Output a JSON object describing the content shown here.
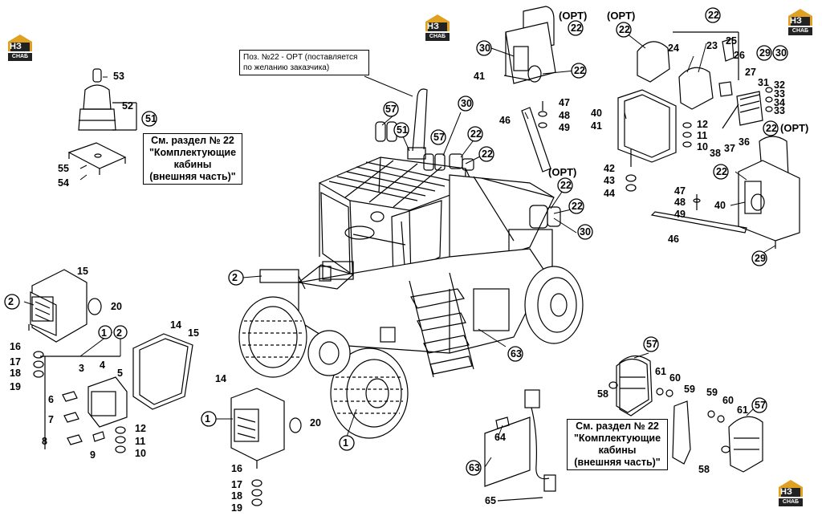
{
  "logo": {
    "mark": "НЗ",
    "word": "СНАБ"
  },
  "notes": {
    "pos22_line1": "Поз. №22 - OPT (поставляется",
    "pos22_line2": "по желанию заказчика)",
    "section_line1": "См. раздел № 22",
    "section_line2": "\"Комплектующие",
    "section_line3": "кабины",
    "section_line4": "(внешняя часть)\"",
    "section_b_line2": "\"Комплектующие",
    "section_b_line3": "кабины",
    "section_b_line4": "(внешняя часть)\""
  },
  "opt_labels": {
    "a": "(OPT)",
    "b": "(OPT)",
    "c": "(OPT)",
    "d": "(OPT)"
  },
  "callouts": {
    "c53": "53",
    "c52": "52",
    "c51": "51",
    "c55": "55",
    "c54": "54",
    "c15a": "15",
    "c2a": "2",
    "c20a": "20",
    "c1b": "1",
    "c2b": "2",
    "c14a": "14",
    "c15b": "15",
    "c16a": "16",
    "c17a": "17",
    "c18a": "18",
    "c19a": "19",
    "c3": "3",
    "c4": "4",
    "c5": "5",
    "c6": "6",
    "c7": "7",
    "c8": "8",
    "c9": "9",
    "c12a": "12",
    "c11a": "11",
    "c10a": "10",
    "c14b": "14",
    "c1c": "1",
    "c20b": "20",
    "c16b": "16",
    "c17b": "17",
    "c18b": "18",
    "c19b": "19",
    "c2c": "2",
    "c1a": "1",
    "c57a": "57",
    "c51b": "51",
    "c57b": "57",
    "c30a": "30",
    "c22a": "22",
    "c22b": "22",
    "c63a": "63",
    "c30b": "30",
    "c22c": "22",
    "c41a": "41",
    "c22d": "22",
    "c47a": "47",
    "c48a": "48",
    "c49a": "49",
    "c46a": "46",
    "c22e": "22",
    "c22f": "22",
    "c30c": "30",
    "c22g": "22",
    "c22h": "22",
    "c24": "24",
    "c23": "23",
    "c25": "25",
    "c26": "26",
    "c27": "27",
    "c29a": "29",
    "c30d": "30",
    "c31": "31",
    "c32": "32",
    "c33a": "33",
    "c34": "34",
    "c33b": "33",
    "c40a": "40",
    "c41b": "41",
    "c12b": "12",
    "c11b": "11",
    "c10b": "10",
    "c38": "38",
    "c37": "37",
    "c36": "36",
    "c42": "42",
    "c43": "43",
    "c44": "44",
    "c22i": "22",
    "c22j": "22",
    "c40b": "40",
    "c47b": "47",
    "c48b": "48",
    "c49b": "49",
    "c46b": "46",
    "c29b": "29",
    "c57c": "57",
    "c61a": "61",
    "c60a": "60",
    "c59a": "59",
    "c58a": "58",
    "c59b": "59",
    "c60b": "60",
    "c61b": "61",
    "c57d": "57",
    "c58b": "58",
    "c64": "64",
    "c63b": "63",
    "c65": "65"
  }
}
